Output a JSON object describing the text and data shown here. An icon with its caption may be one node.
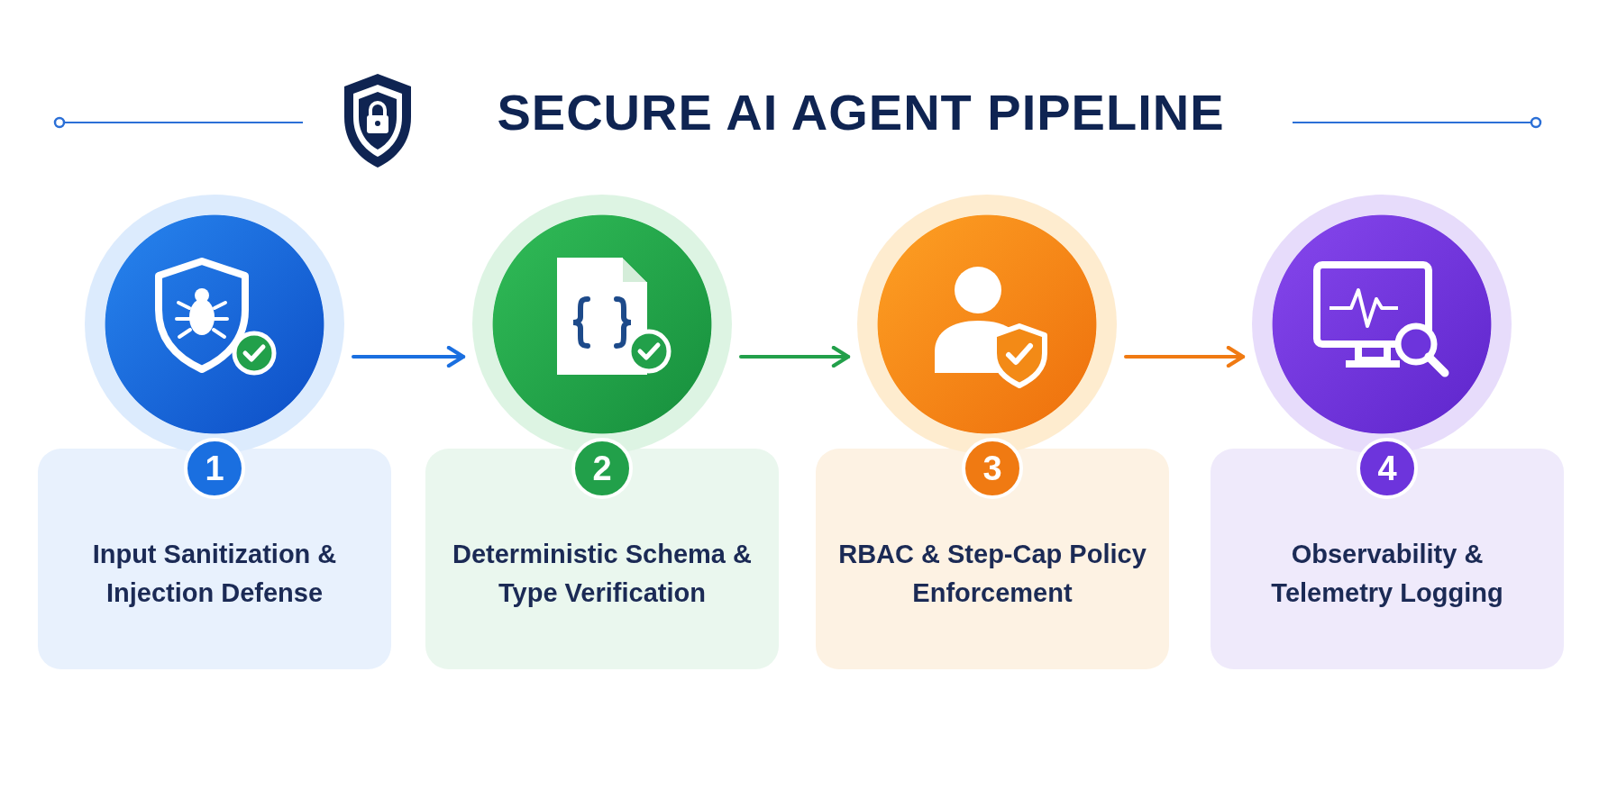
{
  "diagram": {
    "title": "SECURE AI AGENT PIPELINE",
    "nodes": [
      {
        "text": [],
        "shape": "circle"
      },
      {
        "text": [
          "1",
          "Input Sanitization & Injection Defense"
        ]
      },
      {
        "text": [],
        "shape": "circle"
      },
      {
        "text": [
          "2",
          "Deterministic Schema & Type Verification"
        ]
      },
      {
        "text": [],
        "shape": "circle"
      },
      {
        "text": [
          "3",
          "RBAC & Step-Cap Policy Enforcement"
        ]
      },
      {
        "text": [],
        "shape": "circle"
      },
      {
        "text": [
          "4",
          "Observability & Telemetry Logging"
        ]
      }
    ],
    "edges": [
      {
        "from": 0,
        "to": 2,
        "arrow": "to",
        "color": "#1a6fe0"
      },
      {
        "from": 2,
        "to": 4,
        "arrow": "to",
        "color": "#22a04a"
      },
      {
        "from": 4,
        "to": 6,
        "arrow": "to",
        "color": "#f07a12"
      }
    ]
  }
}
